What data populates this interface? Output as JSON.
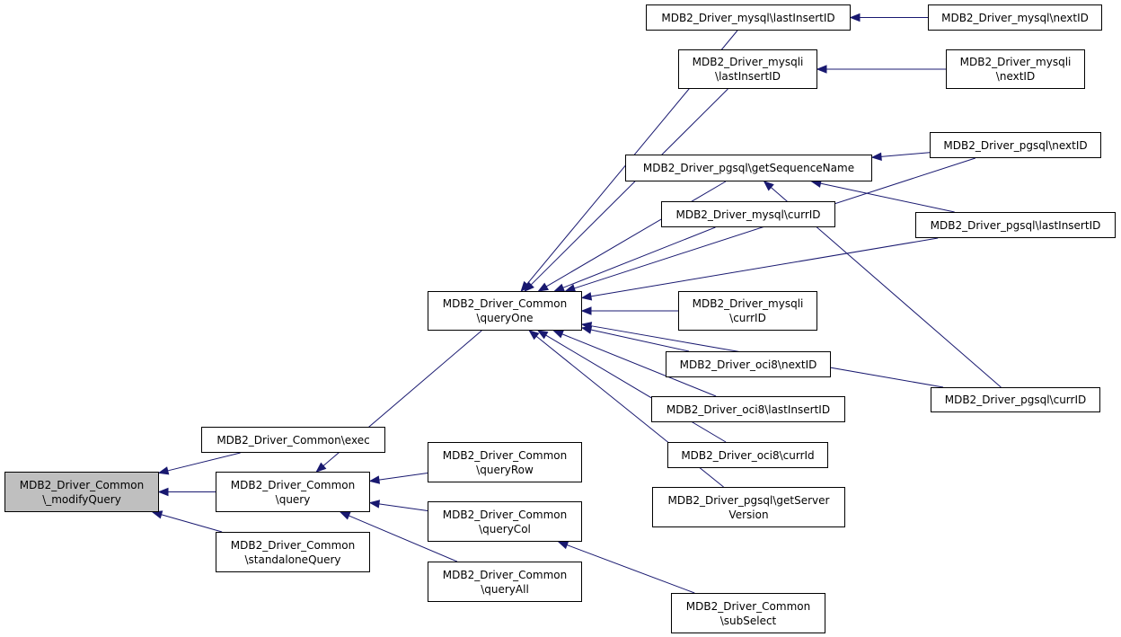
{
  "graph": {
    "edge_color": "#191970",
    "root_fill": "#bfbfbf",
    "nodes": {
      "root": [
        "MDB2_Driver_Common",
        "\\_modifyQuery"
      ],
      "exec": [
        "MDB2_Driver_Common\\exec"
      ],
      "query": [
        "MDB2_Driver_Common",
        "\\query"
      ],
      "standaloneQuery": [
        "MDB2_Driver_Common",
        "\\standaloneQuery"
      ],
      "queryOne": [
        "MDB2_Driver_Common",
        "\\queryOne"
      ],
      "queryRow": [
        "MDB2_Driver_Common",
        "\\queryRow"
      ],
      "queryCol": [
        "MDB2_Driver_Common",
        "\\queryCol"
      ],
      "queryAll": [
        "MDB2_Driver_Common",
        "\\queryAll"
      ],
      "subSelect": [
        "MDB2_Driver_Common",
        "\\subSelect"
      ],
      "mysql_lastInsertID": [
        "MDB2_Driver_mysql\\lastInsertID"
      ],
      "mysqli_lastInsertID": [
        "MDB2_Driver_mysqli",
        "\\lastInsertID"
      ],
      "pgsql_getSequenceName": [
        "MDB2_Driver_pgsql\\getSequenceName"
      ],
      "mysql_currID": [
        "MDB2_Driver_mysql\\currID"
      ],
      "mysqli_currID": [
        "MDB2_Driver_mysqli",
        "\\currID"
      ],
      "oci8_nextID": [
        "MDB2_Driver_oci8\\nextID"
      ],
      "oci8_lastInsertID": [
        "MDB2_Driver_oci8\\lastInsertID"
      ],
      "oci8_currId": [
        "MDB2_Driver_oci8\\currId"
      ],
      "pgsql_getServerVersion": [
        "MDB2_Driver_pgsql\\getServer",
        "Version"
      ],
      "mysql_nextID": [
        "MDB2_Driver_mysql\\nextID"
      ],
      "mysqli_nextID": [
        "MDB2_Driver_mysqli",
        "\\nextID"
      ],
      "pgsql_nextID": [
        "MDB2_Driver_pgsql\\nextID"
      ],
      "pgsql_lastInsertID": [
        "MDB2_Driver_pgsql\\lastInsertID"
      ],
      "pgsql_currID": [
        "MDB2_Driver_pgsql\\currID"
      ]
    },
    "edges": [
      [
        "exec",
        "root"
      ],
      [
        "query",
        "root"
      ],
      [
        "standaloneQuery",
        "root"
      ],
      [
        "queryOne",
        "query"
      ],
      [
        "queryRow",
        "query"
      ],
      [
        "queryCol",
        "query"
      ],
      [
        "queryAll",
        "query"
      ],
      [
        "subSelect",
        "queryCol"
      ],
      [
        "mysql_lastInsertID",
        "queryOne"
      ],
      [
        "mysqli_lastInsertID",
        "queryOne"
      ],
      [
        "pgsql_nextID",
        "queryOne"
      ],
      [
        "pgsql_getSequenceName",
        "queryOne"
      ],
      [
        "mysql_currID",
        "queryOne"
      ],
      [
        "pgsql_lastInsertID",
        "queryOne"
      ],
      [
        "mysqli_currID",
        "queryOne"
      ],
      [
        "oci8_nextID",
        "queryOne"
      ],
      [
        "oci8_lastInsertID",
        "queryOne"
      ],
      [
        "oci8_currId",
        "queryOne"
      ],
      [
        "pgsql_getServerVersion",
        "queryOne"
      ],
      [
        "pgsql_currID",
        "queryOne"
      ],
      [
        "mysql_nextID",
        "mysql_lastInsertID"
      ],
      [
        "mysqli_nextID",
        "mysqli_lastInsertID"
      ],
      [
        "pgsql_nextID",
        "pgsql_getSequenceName"
      ],
      [
        "pgsql_lastInsertID",
        "pgsql_getSequenceName"
      ],
      [
        "pgsql_currID",
        "pgsql_getSequenceName"
      ]
    ]
  }
}
